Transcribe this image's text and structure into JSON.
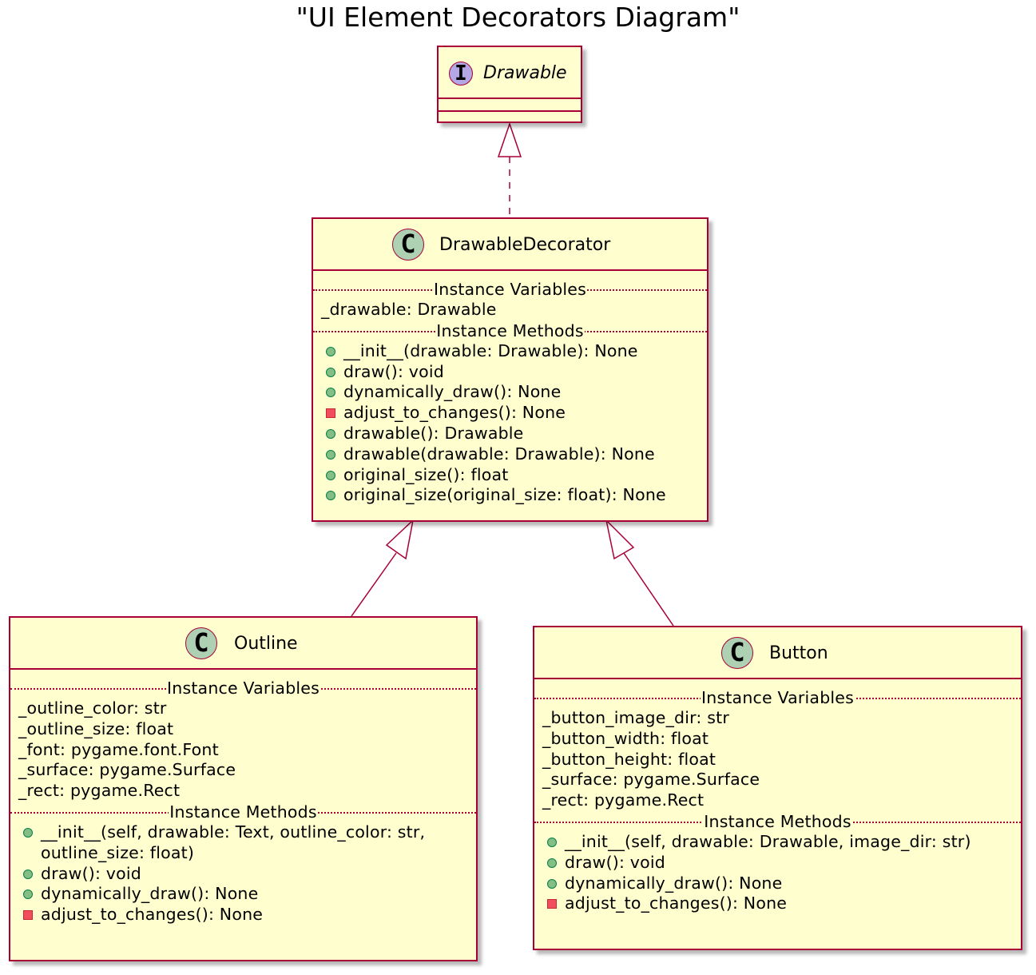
{
  "title": "\"UI Element Decorators Diagram\"",
  "colors": {
    "border": "#A80036",
    "fill": "#FEFECE",
    "class_icon": "#ADD1B2",
    "interface_icon": "#B4A7E5",
    "public": "#84BE84",
    "private": "#F24D5C"
  },
  "drawable": {
    "icon": "I",
    "name": "Drawable"
  },
  "decorator": {
    "icon": "C",
    "name": "DrawableDecorator",
    "vars_label": "Instance Variables",
    "vars": [
      "_drawable: Drawable"
    ],
    "methods_label": "Instance Methods",
    "methods": [
      {
        "vis": "public",
        "text": "__init__(drawable: Drawable): None"
      },
      {
        "vis": "public",
        "text": "draw(): void"
      },
      {
        "vis": "public",
        "text": "dynamically_draw(): None"
      },
      {
        "vis": "private",
        "text": "adjust_to_changes(): None"
      },
      {
        "vis": "public",
        "text": "drawable(): Drawable"
      },
      {
        "vis": "public",
        "text": "drawable(drawable: Drawable): None"
      },
      {
        "vis": "public",
        "text": "original_size(): float"
      },
      {
        "vis": "public",
        "text": "original_size(original_size: float):  None"
      }
    ]
  },
  "outline": {
    "icon": "C",
    "name": "Outline",
    "vars_label": "Instance Variables",
    "vars": [
      "_outline_color: str",
      "_outline_size: float",
      "_font: pygame.font.Font",
      "_surface: pygame.Surface",
      "_rect: pygame.Rect"
    ],
    "methods_label": "Instance Methods",
    "methods": [
      {
        "vis": "public",
        "text": "__init__(self, drawable: Text, outline_color: str,",
        "cont": "outline_size: float)"
      },
      {
        "vis": "public",
        "text": "draw(): void"
      },
      {
        "vis": "public",
        "text": "dynamically_draw(): None"
      },
      {
        "vis": "private",
        "text": "adjust_to_changes(): None"
      }
    ]
  },
  "button": {
    "icon": "C",
    "name": "Button",
    "vars_label": "Instance Variables",
    "vars": [
      "_button_image_dir: str",
      "_button_width: float",
      "_button_height: float",
      "_surface: pygame.Surface",
      "_rect: pygame.Rect"
    ],
    "methods_label": "Instance Methods",
    "methods": [
      {
        "vis": "public",
        "text": "__init__(self, drawable: Drawable, image_dir: str)"
      },
      {
        "vis": "public",
        "text": "draw(): void"
      },
      {
        "vis": "public",
        "text": "dynamically_draw(): None"
      },
      {
        "vis": "private",
        "text": "adjust_to_changes(): None"
      }
    ]
  }
}
